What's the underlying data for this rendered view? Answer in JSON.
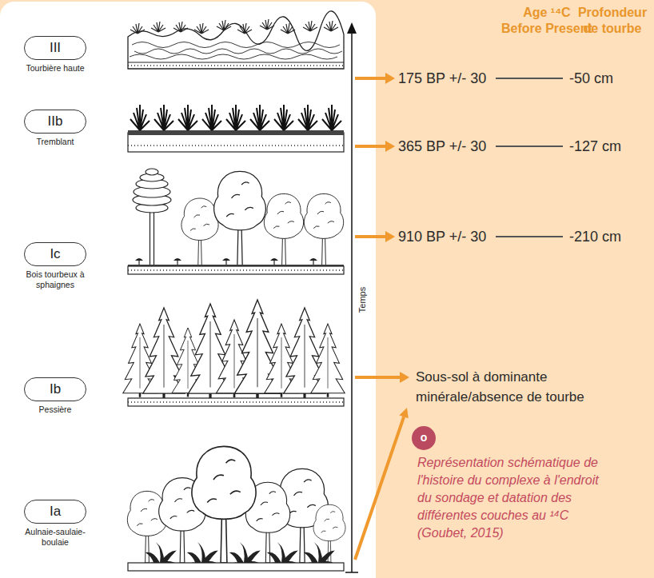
{
  "diagram": {
    "caption": "Représentation schématique de l'histoire du complexe à l'endroit du sondage et datation des différentes couches au ¹⁴C (Goubet, 2015)",
    "nodes": [
      {
        "text": [
          "III",
          "Tourbière haute"
        ]
      },
      {
        "text": [
          "IIb",
          "Tremblant"
        ]
      },
      {
        "text": [
          "Ic",
          "Bois tourbeux à sphaignes"
        ]
      },
      {
        "text": [
          "Ib",
          "Pessière"
        ]
      },
      {
        "text": [
          "Ia",
          "Aulnaie-saulaie-boulaie"
        ]
      },
      {
        "text": [
          "o"
        ]
      }
    ],
    "labels": [
      "Age ¹⁴C Before Present",
      "Profondeur de tourbe",
      "Temps",
      "175 BP +/- 30",
      "-50 cm",
      "365 BP +/- 30",
      "-127 cm",
      "910 BP +/- 30",
      "-210 cm",
      "Sous-sol à dominante minérale/absence de tourbe"
    ]
  }
}
